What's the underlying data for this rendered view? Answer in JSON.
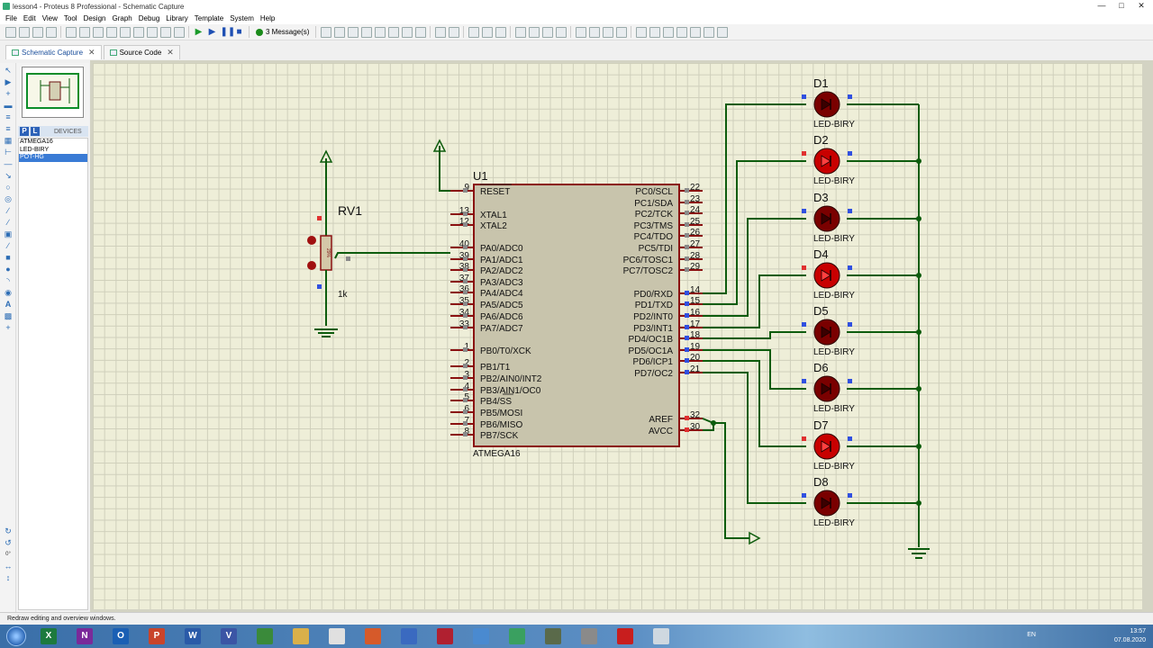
{
  "window": {
    "title": "lesson4 - Proteus 8 Professional - Schematic Capture"
  },
  "menu": [
    "File",
    "Edit",
    "View",
    "Tool",
    "Design",
    "Graph",
    "Debug",
    "Library",
    "Template",
    "System",
    "Help"
  ],
  "toolbar": {
    "messages": "3 Message(s)"
  },
  "tabs": [
    {
      "label": "Schematic Capture",
      "active": true
    },
    {
      "label": "Source Code",
      "active": false
    }
  ],
  "devices": {
    "header": "DEVICES",
    "mode_p": "P",
    "mode_l": "L",
    "items": [
      "ATMEGA16",
      "LED-BIRY",
      "POT-HG"
    ],
    "selected": "POT-HG"
  },
  "schematic": {
    "chip": {
      "ref": "U1",
      "part": "ATMEGA16",
      "left_pins": [
        {
          "num": "9",
          "name": "RESET"
        },
        {
          "num": "13",
          "name": "XTAL1"
        },
        {
          "num": "12",
          "name": "XTAL2"
        },
        {
          "num": "40",
          "name": "PA0/ADC0"
        },
        {
          "num": "39",
          "name": "PA1/ADC1"
        },
        {
          "num": "38",
          "name": "PA2/ADC2"
        },
        {
          "num": "37",
          "name": "PA3/ADC3"
        },
        {
          "num": "36",
          "name": "PA4/ADC4"
        },
        {
          "num": "35",
          "name": "PA5/ADC5"
        },
        {
          "num": "34",
          "name": "PA6/ADC6"
        },
        {
          "num": "33",
          "name": "PA7/ADC7"
        },
        {
          "num": "1",
          "name": "PB0/T0/XCK"
        },
        {
          "num": "2",
          "name": "PB1/T1"
        },
        {
          "num": "3",
          "name": "PB2/AIN0/INT2"
        },
        {
          "num": "4",
          "name": "PB3/AIN1/OC0"
        },
        {
          "num": "5",
          "name": "PB4/SS"
        },
        {
          "num": "6",
          "name": "PB5/MOSI"
        },
        {
          "num": "7",
          "name": "PB6/MISO"
        },
        {
          "num": "8",
          "name": "PB7/SCK"
        }
      ],
      "right_pins": [
        {
          "num": "22",
          "name": "PC0/SCL"
        },
        {
          "num": "23",
          "name": "PC1/SDA"
        },
        {
          "num": "24",
          "name": "PC2/TCK"
        },
        {
          "num": "25",
          "name": "PC3/TMS"
        },
        {
          "num": "26",
          "name": "PC4/TDO"
        },
        {
          "num": "27",
          "name": "PC5/TDI"
        },
        {
          "num": "28",
          "name": "PC6/TOSC1"
        },
        {
          "num": "29",
          "name": "PC7/TOSC2"
        },
        {
          "num": "14",
          "name": "PD0/RXD"
        },
        {
          "num": "15",
          "name": "PD1/TXD"
        },
        {
          "num": "16",
          "name": "PD2/INT0"
        },
        {
          "num": "17",
          "name": "PD3/INT1"
        },
        {
          "num": "18",
          "name": "PD4/OC1B"
        },
        {
          "num": "19",
          "name": "PD5/OC1A"
        },
        {
          "num": "20",
          "name": "PD6/ICP1"
        },
        {
          "num": "21",
          "name": "PD7/OC2"
        },
        {
          "num": "32",
          "name": "AREF"
        },
        {
          "num": "30",
          "name": "AVCC"
        }
      ]
    },
    "pot": {
      "ref": "RV1",
      "value": "1k",
      "wiper": "29%"
    },
    "leds": [
      {
        "ref": "D1",
        "type": "LED-BIRY",
        "on": false
      },
      {
        "ref": "D2",
        "type": "LED-BIRY",
        "on": true
      },
      {
        "ref": "D3",
        "type": "LED-BIRY",
        "on": false
      },
      {
        "ref": "D4",
        "type": "LED-BIRY",
        "on": true
      },
      {
        "ref": "D5",
        "type": "LED-BIRY",
        "on": false
      },
      {
        "ref": "D6",
        "type": "LED-BIRY",
        "on": false
      },
      {
        "ref": "D7",
        "type": "LED-BIRY",
        "on": true
      },
      {
        "ref": "D8",
        "type": "LED-BIRY",
        "on": false
      }
    ],
    "colors": {
      "wire": "#0d5c0d",
      "chip_body": "#c8c4ac",
      "chip_border": "#8a1010",
      "led_on": "#c80000",
      "led_off": "#7a0000"
    }
  },
  "left_sidebar": {
    "rotation": "0°"
  },
  "status": {
    "text": "Redraw editing and overview windows."
  },
  "taskbar": {
    "apps": [
      "X",
      "N",
      "O",
      "P",
      "W",
      "V",
      "",
      "",
      "",
      "",
      "",
      "",
      "",
      "",
      "",
      "",
      "",
      ""
    ],
    "lang": "EN",
    "time": "13:57",
    "date": "07.08.2020"
  }
}
